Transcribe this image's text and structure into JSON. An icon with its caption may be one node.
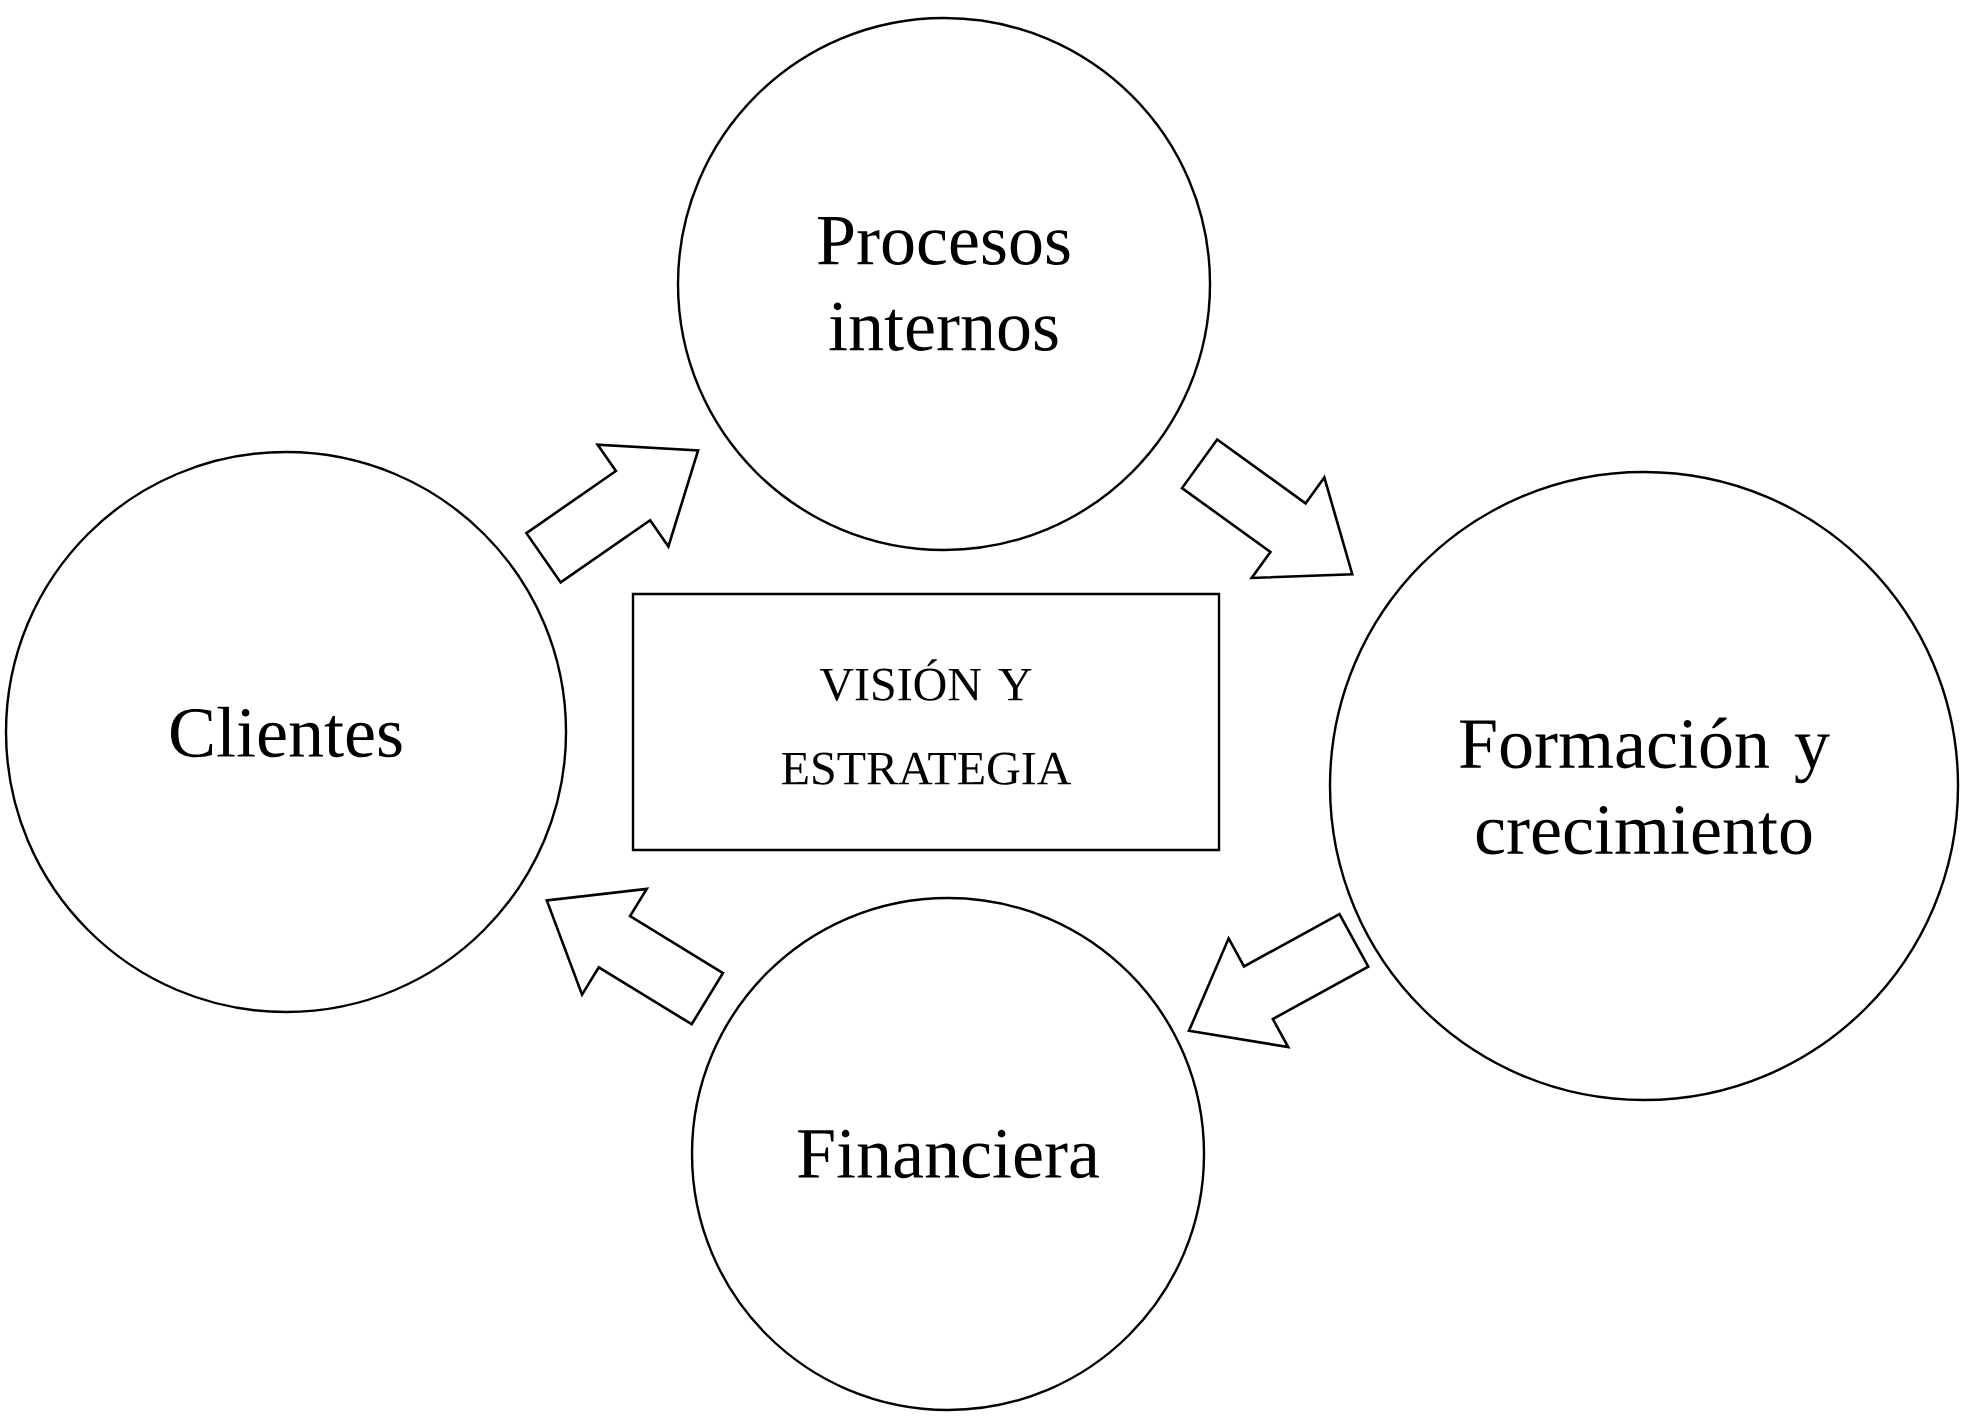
{
  "diagram": {
    "nodes": [
      {
        "text": [
          "Procesos internos"
        ]
      },
      {
        "text": [
          "Clientes"
        ]
      },
      {
        "text": [
          "VISIÓN Y ESTRATEGIA"
        ]
      },
      {
        "text": [
          "Formación y crecimiento"
        ]
      },
      {
        "text": [
          "Financiera"
        ]
      }
    ],
    "edges": [
      {
        "from": 1,
        "to": 0,
        "arrow": "to"
      },
      {
        "from": 0,
        "to": 3,
        "arrow": "to"
      },
      {
        "from": 3,
        "to": 4,
        "arrow": "to"
      },
      {
        "from": 4,
        "to": 1,
        "arrow": "to"
      }
    ]
  }
}
